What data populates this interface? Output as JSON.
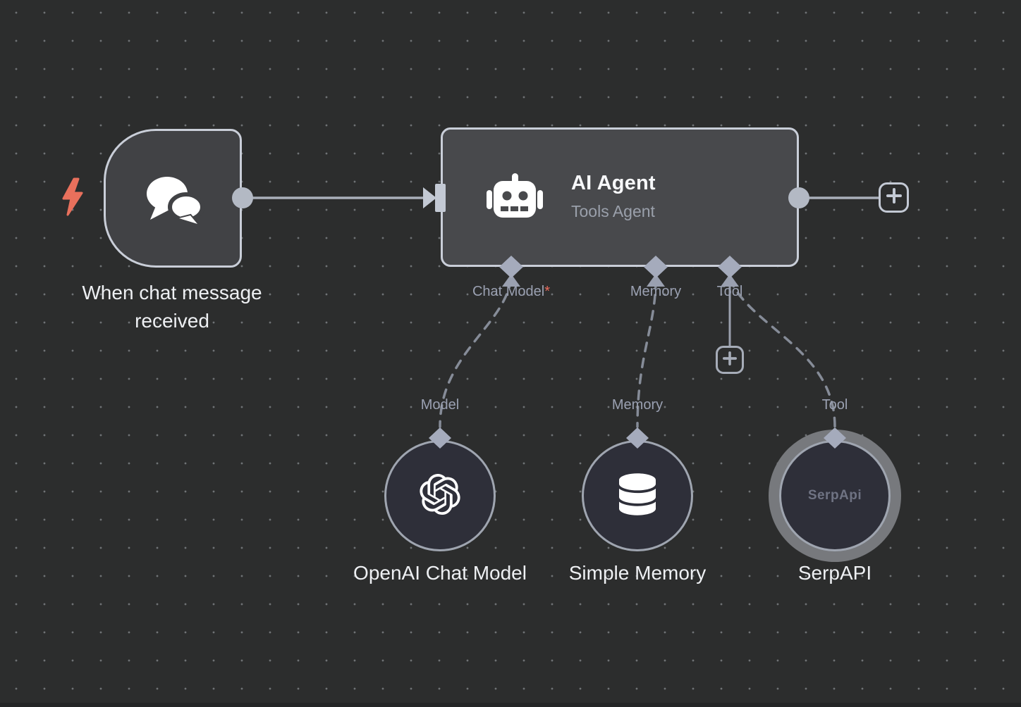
{
  "colors": {
    "canvas_bg": "#2c2d2d",
    "grid_dot": "#6f7275",
    "node_border": "#c9ced8",
    "trigger_fill": "#414245",
    "agent_fill": "#48494c",
    "subnode_fill": "#2e2f39",
    "subnode_border": "#9fa5b0",
    "edge_solid": "#a9afba",
    "edge_dashed": "#868c98",
    "endpoint_fill": "#b3b9c4",
    "diamond_fill": "#a5abbc",
    "port_label": "#9ba1b2",
    "required_asterisk": "#ea6a5c",
    "node_label": "#eef0f3",
    "subtitle": "#9aa0ab",
    "trigger_bolt": "#e8705c",
    "selection_halo": "#77797d",
    "serpapi_logo_text": "#6f7383"
  },
  "trigger_node": {
    "label": "When chat message received",
    "icon": "chat-bubbles-icon"
  },
  "agent_node": {
    "title": "AI Agent",
    "subtitle": "Tools Agent",
    "icon": "robot-icon",
    "ports": [
      {
        "label": "Chat Model",
        "required_marker": "*"
      },
      {
        "label": "Memory",
        "required_marker": ""
      },
      {
        "label": "Tool",
        "required_marker": ""
      }
    ]
  },
  "sub_nodes": [
    {
      "port_label": "Model",
      "name": "OpenAI Chat Model",
      "icon": "openai-logo-icon"
    },
    {
      "port_label": "Memory",
      "name": "Simple Memory",
      "icon": "database-icon"
    },
    {
      "port_label": "Tool",
      "name": "SerpAPI",
      "icon": "serpapi-logo-text",
      "logo_text": "SerpApi",
      "selected": true
    }
  ],
  "buttons": {
    "add_node_right": {
      "icon": "plus-icon"
    },
    "add_tool": {
      "icon": "plus-icon"
    }
  }
}
